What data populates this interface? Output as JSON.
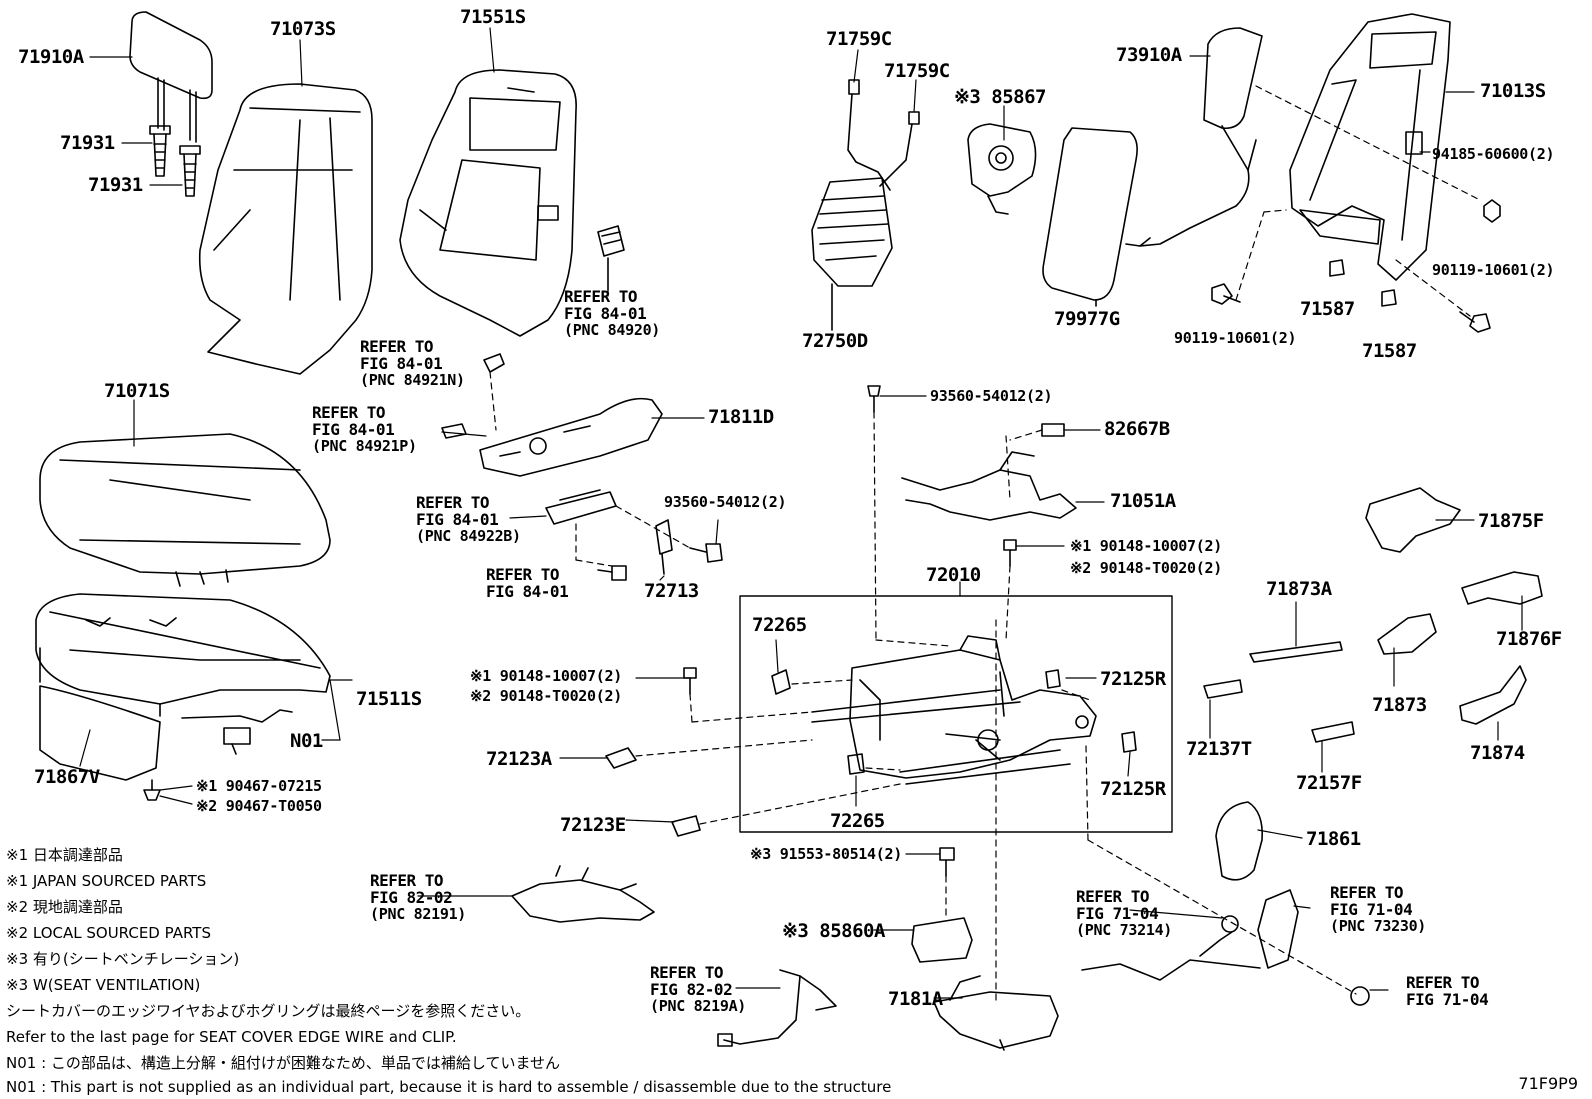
{
  "labels": {
    "p71910A": "71910A",
    "p71931a": "71931",
    "p71931b": "71931",
    "p71073S": "71073S",
    "p71551S": "71551S",
    "p71759C_a": "71759C",
    "p71759C_b": "71759C",
    "p85867": "※3 85867",
    "p73910A": "73910A",
    "p71013S": "71013S",
    "p94185": "94185-60600(2)",
    "p90119a": "90119-10601(2)",
    "p90119b": "90119-10601(2)",
    "p71587a": "71587",
    "p71587b": "71587",
    "p79977G": "79977G",
    "p72750D": "72750D",
    "p71071S": "71071S",
    "p71811D": "71811D",
    "p93560a": "93560-54012(2)",
    "p93560b": "93560-54012(2)",
    "p82667B": "82667B",
    "p71051A": "71051A",
    "p90148a1": "※1 90148-10007(2)",
    "p90148a2": "※2 90148-T0020(2)",
    "p90148b1": "※1 90148-10007(2)",
    "p90148b2": "※2 90148-T0020(2)",
    "p72010": "72010",
    "p72265a": "72265",
    "p72265b": "72265",
    "p72125Ra": "72125R",
    "p72125Rb": "72125R",
    "p72123A": "72123A",
    "p72123E": "72123E",
    "p72713": "72713",
    "p71875F": "71875F",
    "p71876F": "71876F",
    "p71873A": "71873A",
    "p71873": "71873",
    "p71874": "71874",
    "p72137T": "72137T",
    "p72157F": "72157F",
    "p71861": "71861",
    "p71511S": "71511S",
    "pN01": "N01",
    "p71867V": "71867V",
    "p90467a": "※1 90467-07215",
    "p90467b": "※2 90467-T0050",
    "p91553": "※3 91553-80514(2)",
    "p85860A": "※3 85860A",
    "p7181A": "7181A"
  },
  "refs": {
    "r1": [
      "REFER TO",
      "FIG 84-01",
      "(PNC 84920)"
    ],
    "r2": [
      "REFER TO",
      "FIG 84-01",
      "(PNC 84921N)"
    ],
    "r3": [
      "REFER TO",
      "FIG 84-01",
      "(PNC 84921P)"
    ],
    "r4": [
      "REFER TO",
      "FIG 84-01",
      "(PNC 84922B)"
    ],
    "r5": [
      "REFER TO",
      "FIG 84-01"
    ],
    "r6": [
      "REFER TO",
      "FIG 82-02",
      "(PNC 82191)"
    ],
    "r7": [
      "REFER TO",
      "FIG 82-02",
      "(PNC 8219A)"
    ],
    "r8": [
      "REFER TO",
      "FIG 71-04",
      "(PNC 73214)"
    ],
    "r9": [
      "REFER TO",
      "FIG 71-04",
      "(PNC 73230)"
    ],
    "r10": [
      "REFER TO",
      "FIG 71-04"
    ]
  },
  "notes": [
    "※1  日本調達部品",
    "※1  JAPAN SOURCED PARTS",
    "※2  現地調達部品",
    "※2  LOCAL SOURCED PARTS",
    "※3  有り(シートベンチレーション)",
    "※3  W(SEAT VENTILATION)",
    "シートカバーのエッジワイヤおよびホグリングは最終ページを参照ください。",
    "Refer to the last page for SEAT COVER EDGE WIRE and CLIP.",
    "N01 : この部品は、構造上分解・組付けが困難なため、単品では補給していません",
    "N01 : This part is not supplied as an individual part, because it is hard to assemble / disassemble due to the structure"
  ],
  "figure_code": "71F9P9"
}
